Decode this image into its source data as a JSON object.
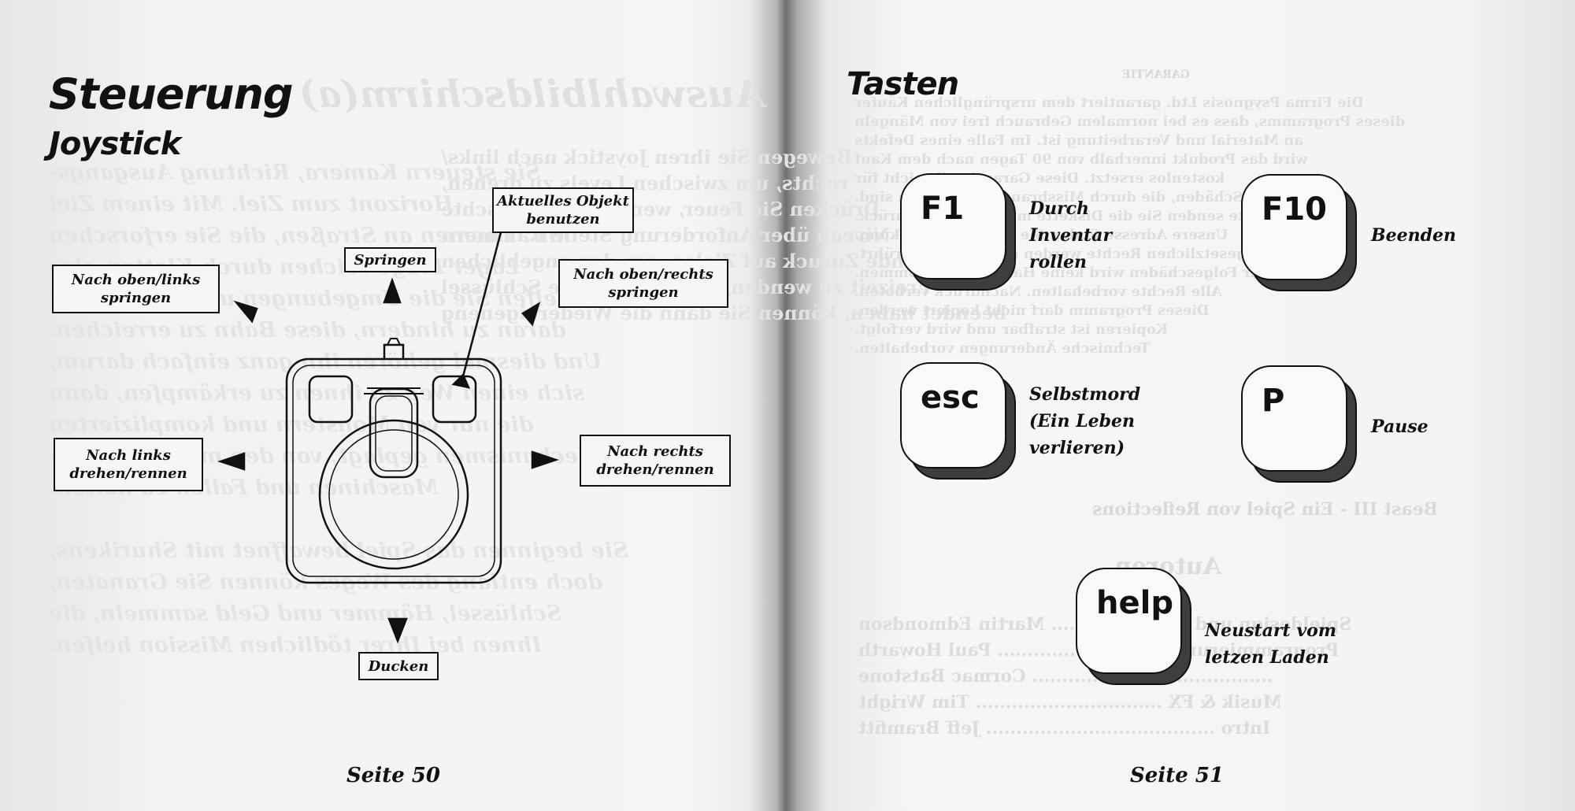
{
  "left_page": {
    "title": "Steuerung",
    "subtitle": "Joystick",
    "labels": {
      "aktuelles_objekt": "Aktuelles Objekt benutzen",
      "springen": "Springen",
      "oben_links": "Nach oben/links springen",
      "oben_rechts": "Nach oben/rechts springen",
      "links": "Nach links drehen/rennen",
      "rechts": "Nach rechts drehen/rennen",
      "ducken": "Ducken"
    },
    "page_number": "Seite 50",
    "bleed_through": {
      "heading": "Auswahlbildschirm(a)",
      "bold_lines": [
        "Bewegen Sie ihren Joystick nach links/",
        "rechts, um zwischen Levels zu drehen,",
        "Drücken Sie Feuer, wenn das gewünschte",
        "Niveau über Anforderung Stelle Kämmern",
        "Ende Zuruck auf Zielen, um den angeblichen",
        "Freizeit zu wenden, können Sie eine Schlüssel",
        "beendet haben, können Sie dann die Wiedereigeneng"
      ],
      "italic_lines": [
        "Sie steuern Kamera, Richtung Ausgangs-",
        "Horizont zum Ziel. Mit einem Ziel",
        "mir. Themen an Straßen, die Sie erforschen",
        "Lager Flüge reichen durch Kletter, also",
        "Hilfe helfen Sie die Umgebungen um den Kristall",
        "daran zu hindern, diese Bahn zu erreichen.",
        "Und diesmal gehören ihn ganz einfach darum,",
        "sich einen Weg zu ihnen zu erkämpfen, dann",
        "die nur von Monstern und komplizierten",
        "Mechanismen geplagt, von den merkwürdigen",
        "Maschinen und Fallen zu halten.",
        "",
        "Sie beginnen das Spiel bewaffnet mit Shurikens,",
        "doch entlang des Weges können Sie Granaten,",
        "Schlüssel, Hämmer und Geld sammeln, die",
        "Ihnen bei Ihrer tödlichen Mission helfen."
      ]
    }
  },
  "right_page": {
    "title": "Tasten",
    "keys": [
      {
        "key": "F1",
        "description": "Durch Inventar rollen"
      },
      {
        "key": "F10",
        "description": "Beenden"
      },
      {
        "key": "esc",
        "description": "Selbstmord (Ein Leben verlieren)"
      },
      {
        "key": "P",
        "description": "Pause"
      },
      {
        "key": "help",
        "description": "Neustart vom letzen Laden"
      }
    ],
    "page_number": "Seite 51",
    "bleed_through": {
      "garantie_heading": "GARANTIE",
      "garantie_lines": [
        "Die Firma Psygnosis Ltd. garantiert dem ursprünglichen Käufer",
        "dieses Programms, dass es bei normalem Gebrauch frei von Mängeln",
        "an Material und Verarbeitung ist. Im Falle eines Defekts",
        "wird das Produkt innerhalb von 90 Tagen nach dem Kauf",
        "kostenlos ersetzt. Diese Garantie gilt nicht für",
        "Schäden, die durch Missbrauch entstanden sind.",
        "Bitte senden Sie die Diskette mit Kaufbeleg zurück.",
        "Unsere Adresse finden Sie auf der Verpackung.",
        "Ihre gesetzlichen Rechte werden davon nicht berührt.",
        "Für Folgeschäden wird keine Haftung übernommen.",
        "Alle Rechte vorbehalten. Nachdruck verboten.",
        "Dieses Programm darf nicht kopiert werden.",
        "Kopieren ist strafbar und wird verfolgt.",
        "Technische Änderungen vorbehalten."
      ],
      "credits_heading": "Beast III - Ein Spiel von Reflections",
      "autoren_heading": "Autoren",
      "credits_lines": [
        "Spieldesign und Grafik ............ Martin Edmondson",
        "Programmierung ............................ Paul Howarth",
        "........................................ Cormac Batstone",
        "Musik & FX ............................... Tim Wright",
        "Intro ...................................... Jeff Bramfitt"
      ]
    }
  }
}
